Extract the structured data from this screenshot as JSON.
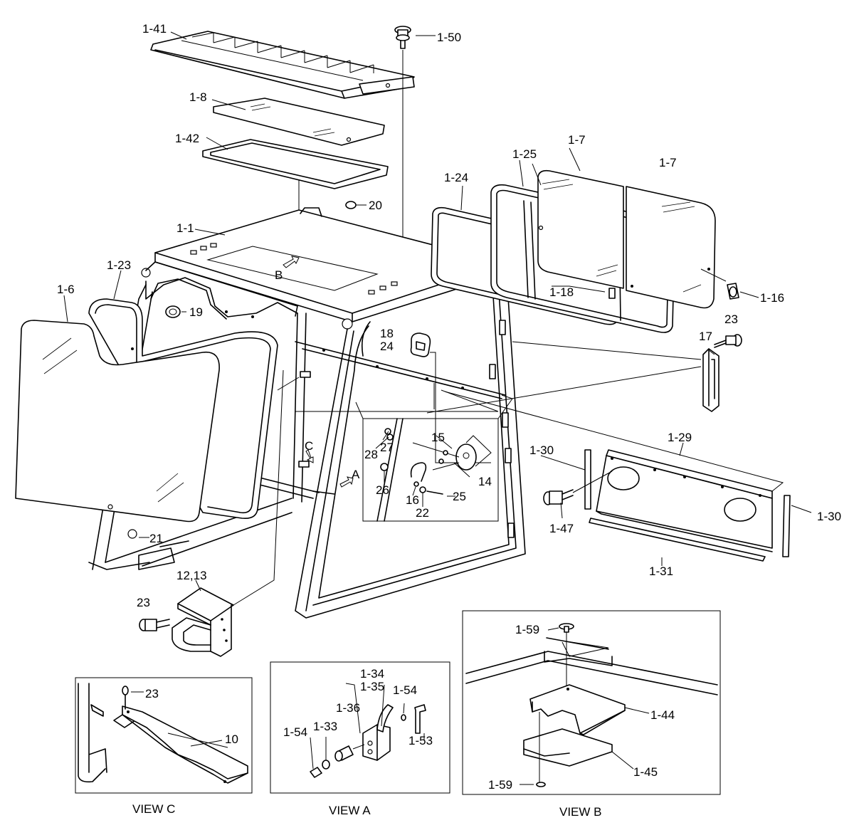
{
  "views": {
    "view_c": "VIEW C",
    "view_a": "VIEW A",
    "view_b": "VIEW B"
  },
  "callouts": {
    "p1_41": "1-41",
    "p1_50": "1-50",
    "p1_8": "1-8",
    "p1_42": "1-42",
    "p20": "20",
    "p1_1": "1-1",
    "p1_25": "1-25",
    "p1_7a": "1-7",
    "p1_7b": "1-7",
    "p1_24": "1-24",
    "p1_23": "1-23",
    "p1_6": "1-6",
    "p19": "19",
    "p1_18": "1-18",
    "p1_16": "1-16",
    "p23a": "23",
    "p17": "17",
    "p18": "18",
    "p24": "24",
    "p15": "15",
    "p28": "28",
    "p27": "27",
    "p14": "14",
    "p26": "26",
    "p16": "16",
    "p22": "22",
    "p25": "25",
    "p1_29": "1-29",
    "p1_30a": "1-30",
    "p1_30b": "1-30",
    "p1_47": "1-47",
    "p1_31": "1-31",
    "p21": "21",
    "p12_13": "12,13",
    "p23b": "23",
    "pB": "B",
    "pC": "C",
    "pA": "A",
    "p23c": "23",
    "p10": "10",
    "p1_34": "1-34",
    "p1_35": "1-35",
    "p1_54a": "1-54",
    "p1_36": "1-36",
    "p1_54b": "1-54",
    "p1_33": "1-33",
    "p1_53": "1-53",
    "p1_59a": "1-59",
    "p1_44": "1-44",
    "p1_45": "1-45",
    "p1_59b": "1-59"
  }
}
